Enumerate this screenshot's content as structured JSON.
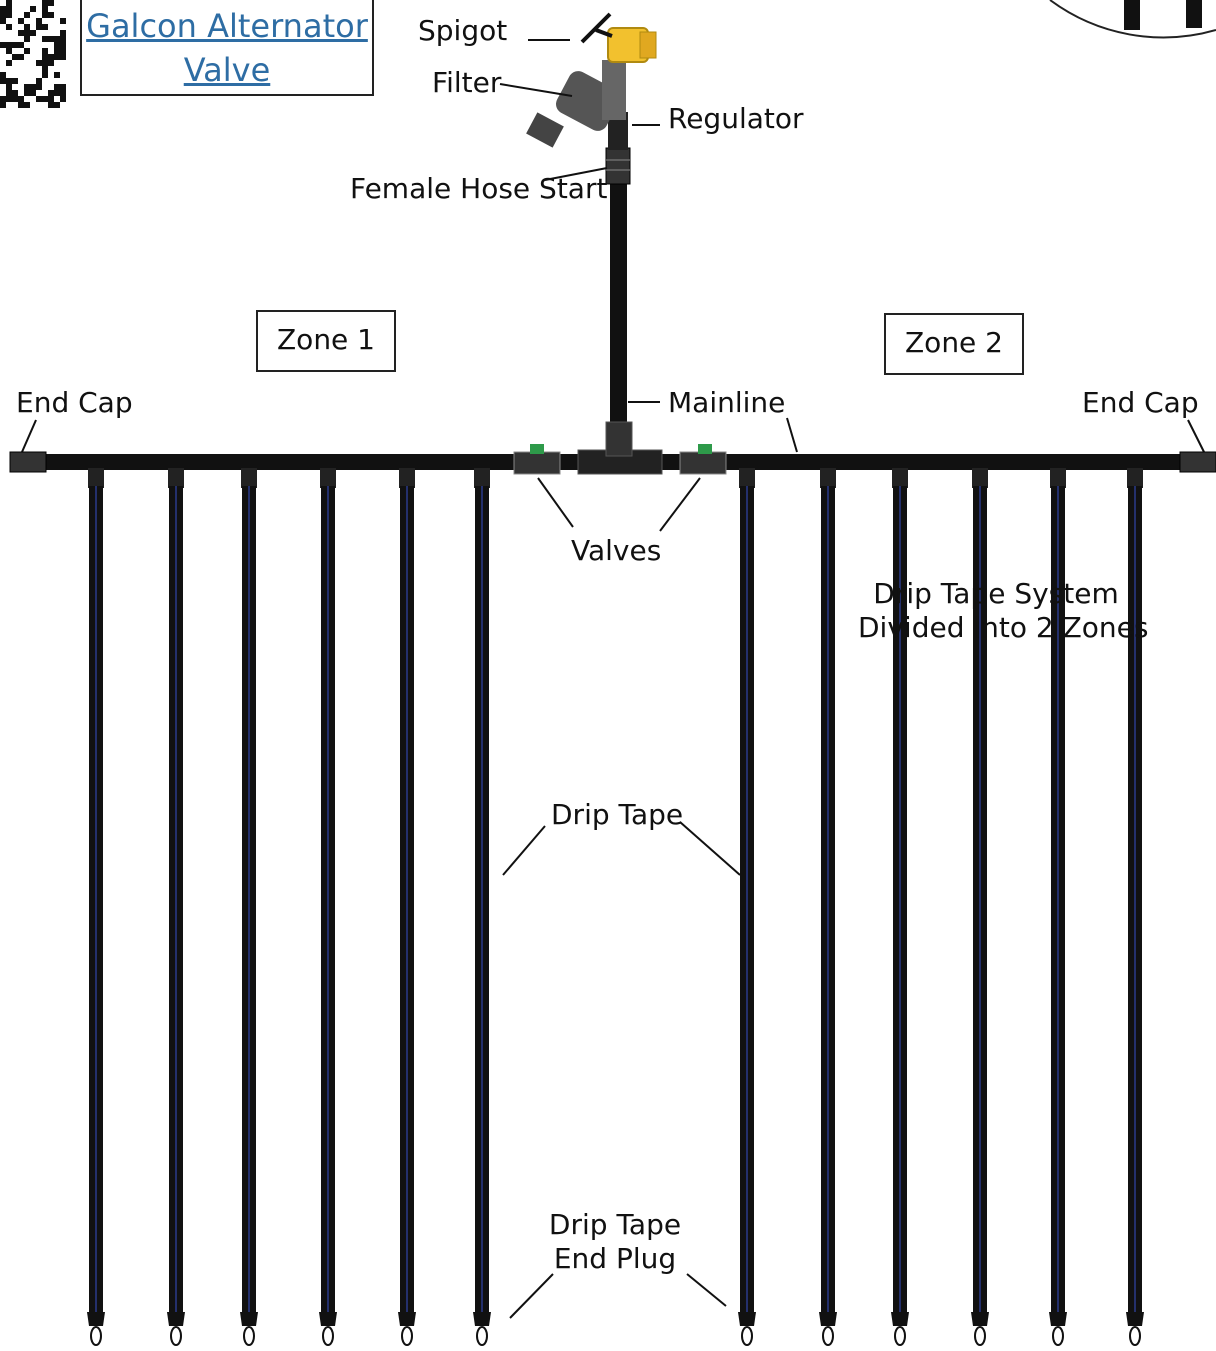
{
  "link": {
    "line1": "Galcon Alternator ",
    "line2": "Valve"
  },
  "labels": {
    "spigot": "Spigot",
    "filter": "Filter",
    "regulator": "Regulator",
    "female_hose_start": "Female Hose Start",
    "zone1": "Zone 1",
    "zone2": "Zone 2",
    "end_cap_left": "End Cap",
    "end_cap_right": "End Cap",
    "mainline": "Mainline",
    "valves": "Valves",
    "system_line1": "Drip Tape System",
    "system_line2": "Divided into 2 Zones",
    "drip_tape": "Drip Tape",
    "end_plug_line1": "Drip Tape",
    "end_plug_line2": "End Plug"
  },
  "colors": {
    "pipe": "#111111",
    "tape_stripe": "#2a3a8a",
    "spigot": "#f2c12e",
    "valve_handle": "#2e9a4a",
    "filter": "#555555",
    "link": "#2e6da4"
  }
}
